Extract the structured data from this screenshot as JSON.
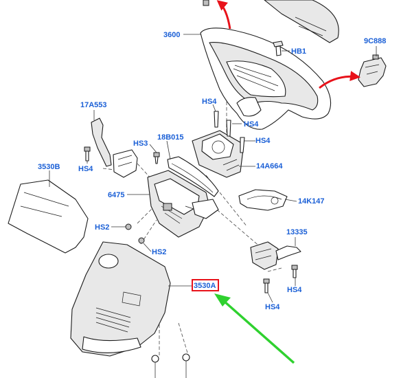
{
  "labels": {
    "p3600": "3600",
    "hb1": "HB1",
    "p9c888": "9C888",
    "p17a553": "17A553",
    "hs4_a": "HS4",
    "hs4_b": "HS4",
    "hs4_c": "HS4",
    "hs4_d": "HS4",
    "hs4_e": "HS4",
    "hs4_f": "HS4",
    "hs3": "HS3",
    "p18b015": "18B015",
    "p14a664": "14A664",
    "p3530b": "3530B",
    "p6475": "6475",
    "p14k147": "14K147",
    "hs2_a": "HS2",
    "hs2_b": "HS2",
    "p13335": "13335",
    "p3530a": "3530A"
  },
  "colors": {
    "label": "#1a5fd6",
    "red_arrow": "#e8121a",
    "green_arrow": "#2fd12f",
    "highlight_box": "#e8121a"
  }
}
